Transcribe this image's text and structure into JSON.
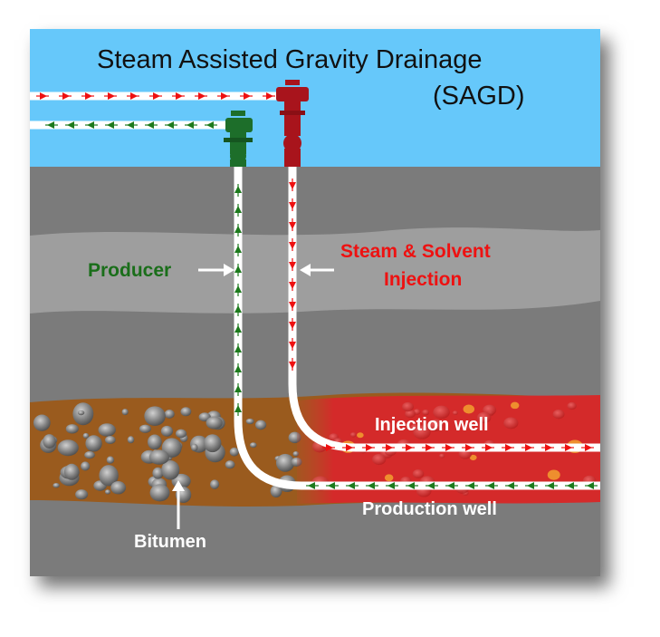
{
  "diagram": {
    "title_line1": "Steam Assisted Gravity Drainage",
    "title_line2": "(SAGD)",
    "labels": {
      "producer": "Producer",
      "steam_line1": "Steam & Solvent",
      "steam_line2": "Injection",
      "injection_well": "Injection well",
      "production_well": "Production well",
      "bitumen": "Bitumen"
    },
    "colors": {
      "sky": "#66c8fa",
      "rock": "#7b7b7b",
      "light_layer": "#9e9e9e",
      "bitumen": "#9a5b1e",
      "steam_chamber": "#d42a2a",
      "injection_flow": "#ee1111",
      "production_flow": "#1d7a1d",
      "injector_wellhead": "#a8141c",
      "producer_wellhead": "#1d6e2a"
    }
  }
}
